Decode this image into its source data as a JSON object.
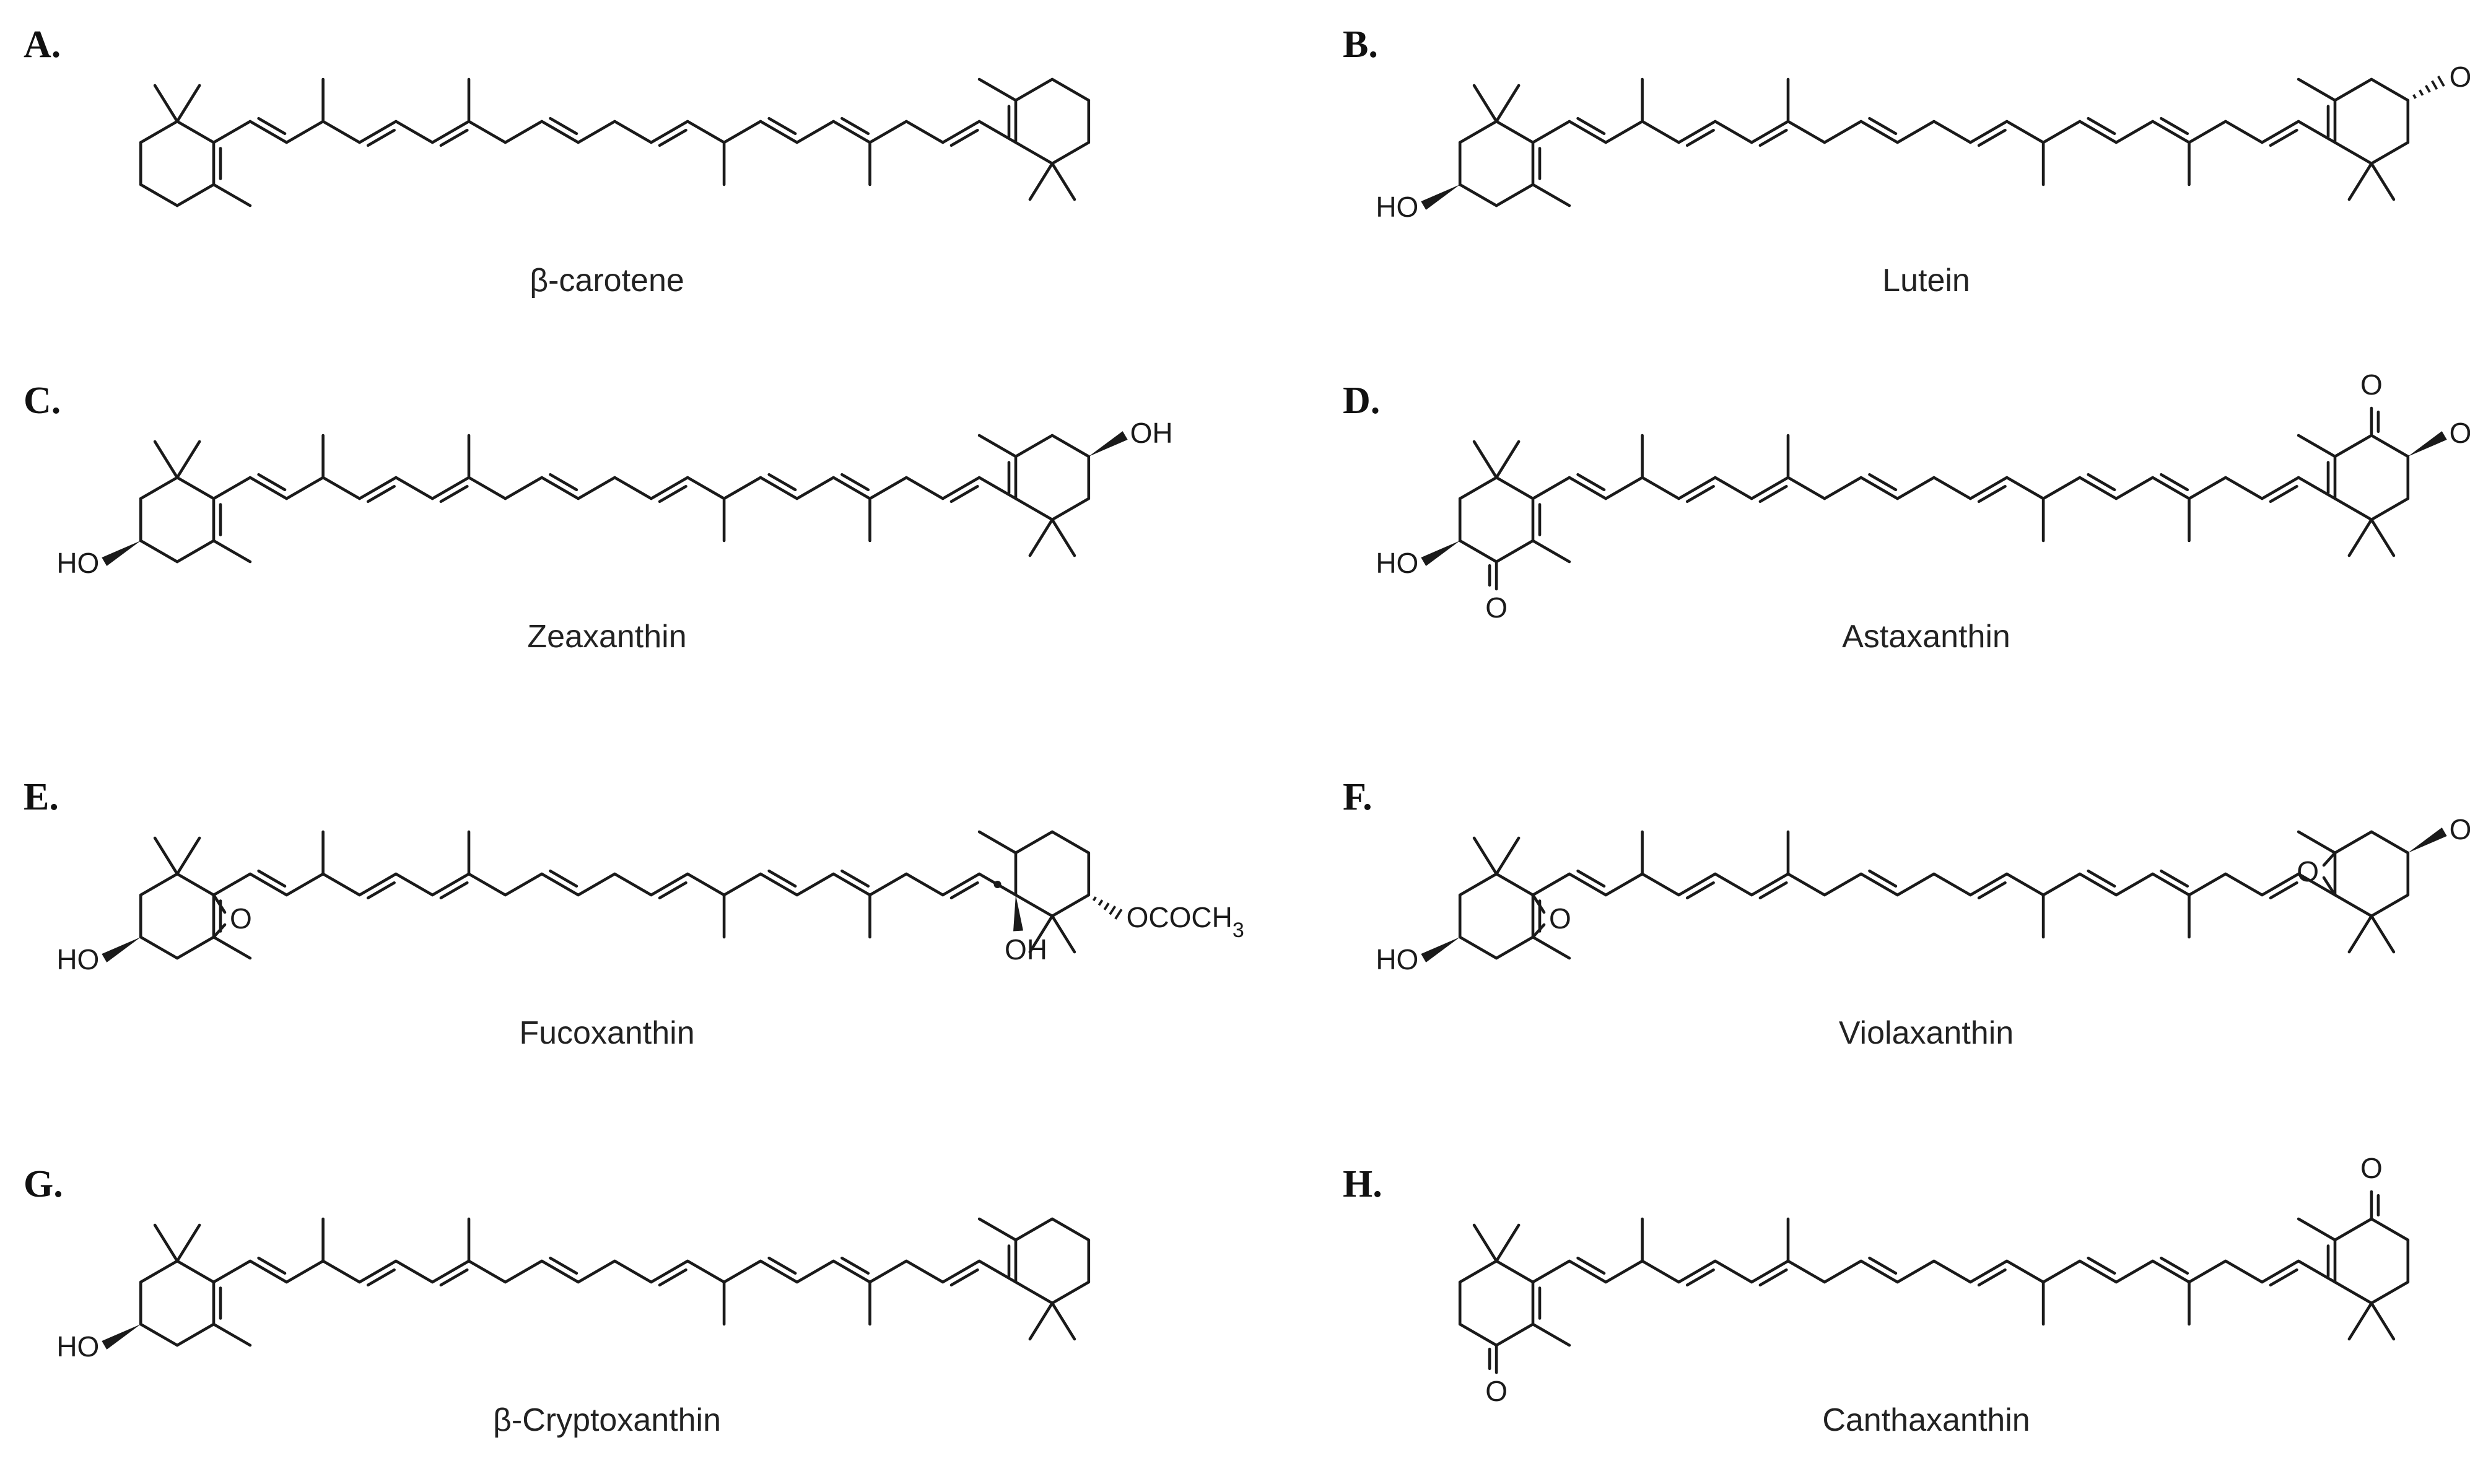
{
  "figure": {
    "panels": [
      {
        "id": "A",
        "letter": "A.",
        "name": "β-carotene",
        "left_group": "none",
        "right_group": "none"
      },
      {
        "id": "B",
        "letter": "B.",
        "name": "Lutein",
        "left_group": "hydroxy",
        "right_group": "epsilon-hydroxy"
      },
      {
        "id": "C",
        "letter": "C.",
        "name": "Zeaxanthin",
        "left_group": "hydroxy",
        "right_group": "hydroxy"
      },
      {
        "id": "D",
        "letter": "D.",
        "name": "Astaxanthin",
        "left_group": "hydroxy-keto",
        "right_group": "hydroxy-keto"
      },
      {
        "id": "E",
        "letter": "E.",
        "name": "Fucoxanthin",
        "left_group": "hydroxy-epoxide",
        "right_group": "allene-acetate"
      },
      {
        "id": "F",
        "letter": "F.",
        "name": "Violaxanthin",
        "left_group": "hydroxy-epoxide",
        "right_group": "hydroxy-epoxide"
      },
      {
        "id": "G",
        "letter": "G.",
        "name": "β-Cryptoxanthin",
        "left_group": "hydroxy",
        "right_group": "none"
      },
      {
        "id": "H",
        "letter": "H.",
        "name": "Canthaxanthin",
        "left_group": "keto",
        "right_group": "keto"
      }
    ],
    "atom_labels": {
      "hydroxyl": "HO",
      "hydroxyl_right": "OH",
      "oxygen": "O",
      "acetate": "OCOCH",
      "acetate_subscript": "3"
    }
  }
}
